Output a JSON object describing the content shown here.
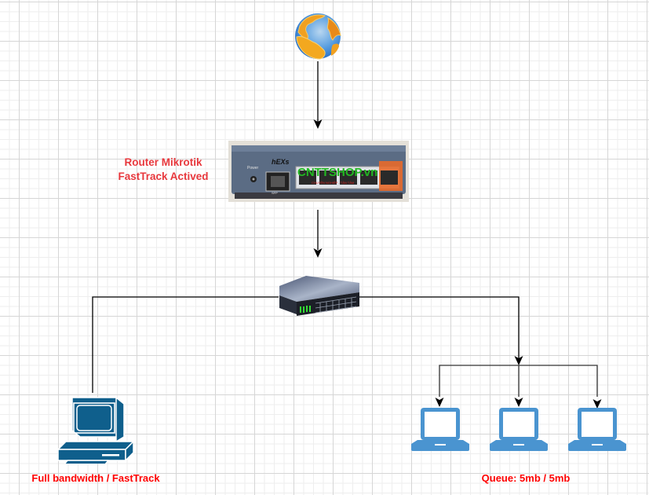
{
  "diagram": {
    "nodes": {
      "internet": {
        "label": "",
        "icon": "globe-icon"
      },
      "router": {
        "label_line1": "Router Mikrotik",
        "label_line2": "FastTrack Actived",
        "device_model": "hEXs",
        "watermark": "CNTTSHOP.vn",
        "watermark_sub": "CHUYÊN NGHIỆP - TẬN TÂM",
        "port_labels": [
          "Power",
          "SFP",
          "PoE in",
          "2",
          "3",
          "4",
          "5",
          "PoE out"
        ]
      },
      "switch": {
        "label": "",
        "icon": "network-switch-icon"
      },
      "desktop": {
        "label": "Full bandwidth / FastTrack",
        "icon": "desktop-computer-icon"
      },
      "laptops": {
        "label": "Queue: 5mb / 5mb",
        "count": 3,
        "icon": "laptop-icon"
      }
    },
    "edges": [
      {
        "from": "internet",
        "to": "router",
        "arrow": true
      },
      {
        "from": "router",
        "to": "switch",
        "arrow": true
      },
      {
        "from": "switch",
        "to": "desktop",
        "arrow": false
      },
      {
        "from": "switch",
        "to": "laptops",
        "arrow": true
      },
      {
        "from": "laptops-bus",
        "to": "laptop-1",
        "arrow": true
      },
      {
        "from": "laptops-bus",
        "to": "laptop-2",
        "arrow": true
      },
      {
        "from": "laptops-bus",
        "to": "laptop-3",
        "arrow": true
      }
    ],
    "colors": {
      "label_red": "#ff0000",
      "device_blue": "#0f5f8c",
      "laptop_blue": "#4a94d0",
      "edge": "#000000"
    }
  }
}
